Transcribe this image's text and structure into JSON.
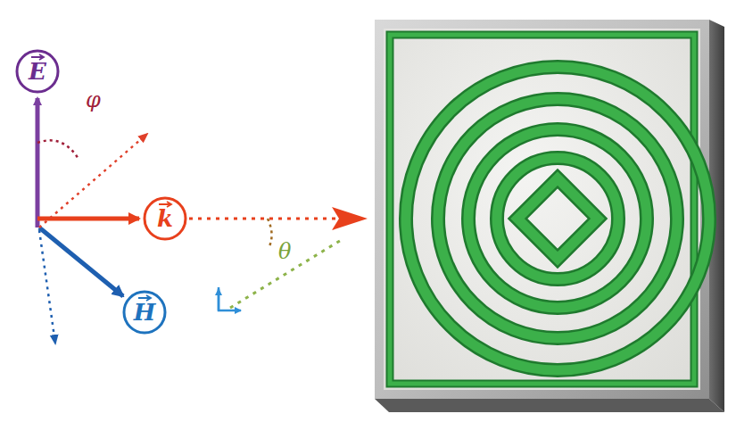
{
  "diagram": {
    "nodes": [
      {
        "text": [
          "E"
        ]
      },
      {
        "text": [
          "k"
        ]
      },
      {
        "text": [
          "H"
        ]
      }
    ],
    "labels": [
      "φ",
      "θ"
    ]
  }
}
